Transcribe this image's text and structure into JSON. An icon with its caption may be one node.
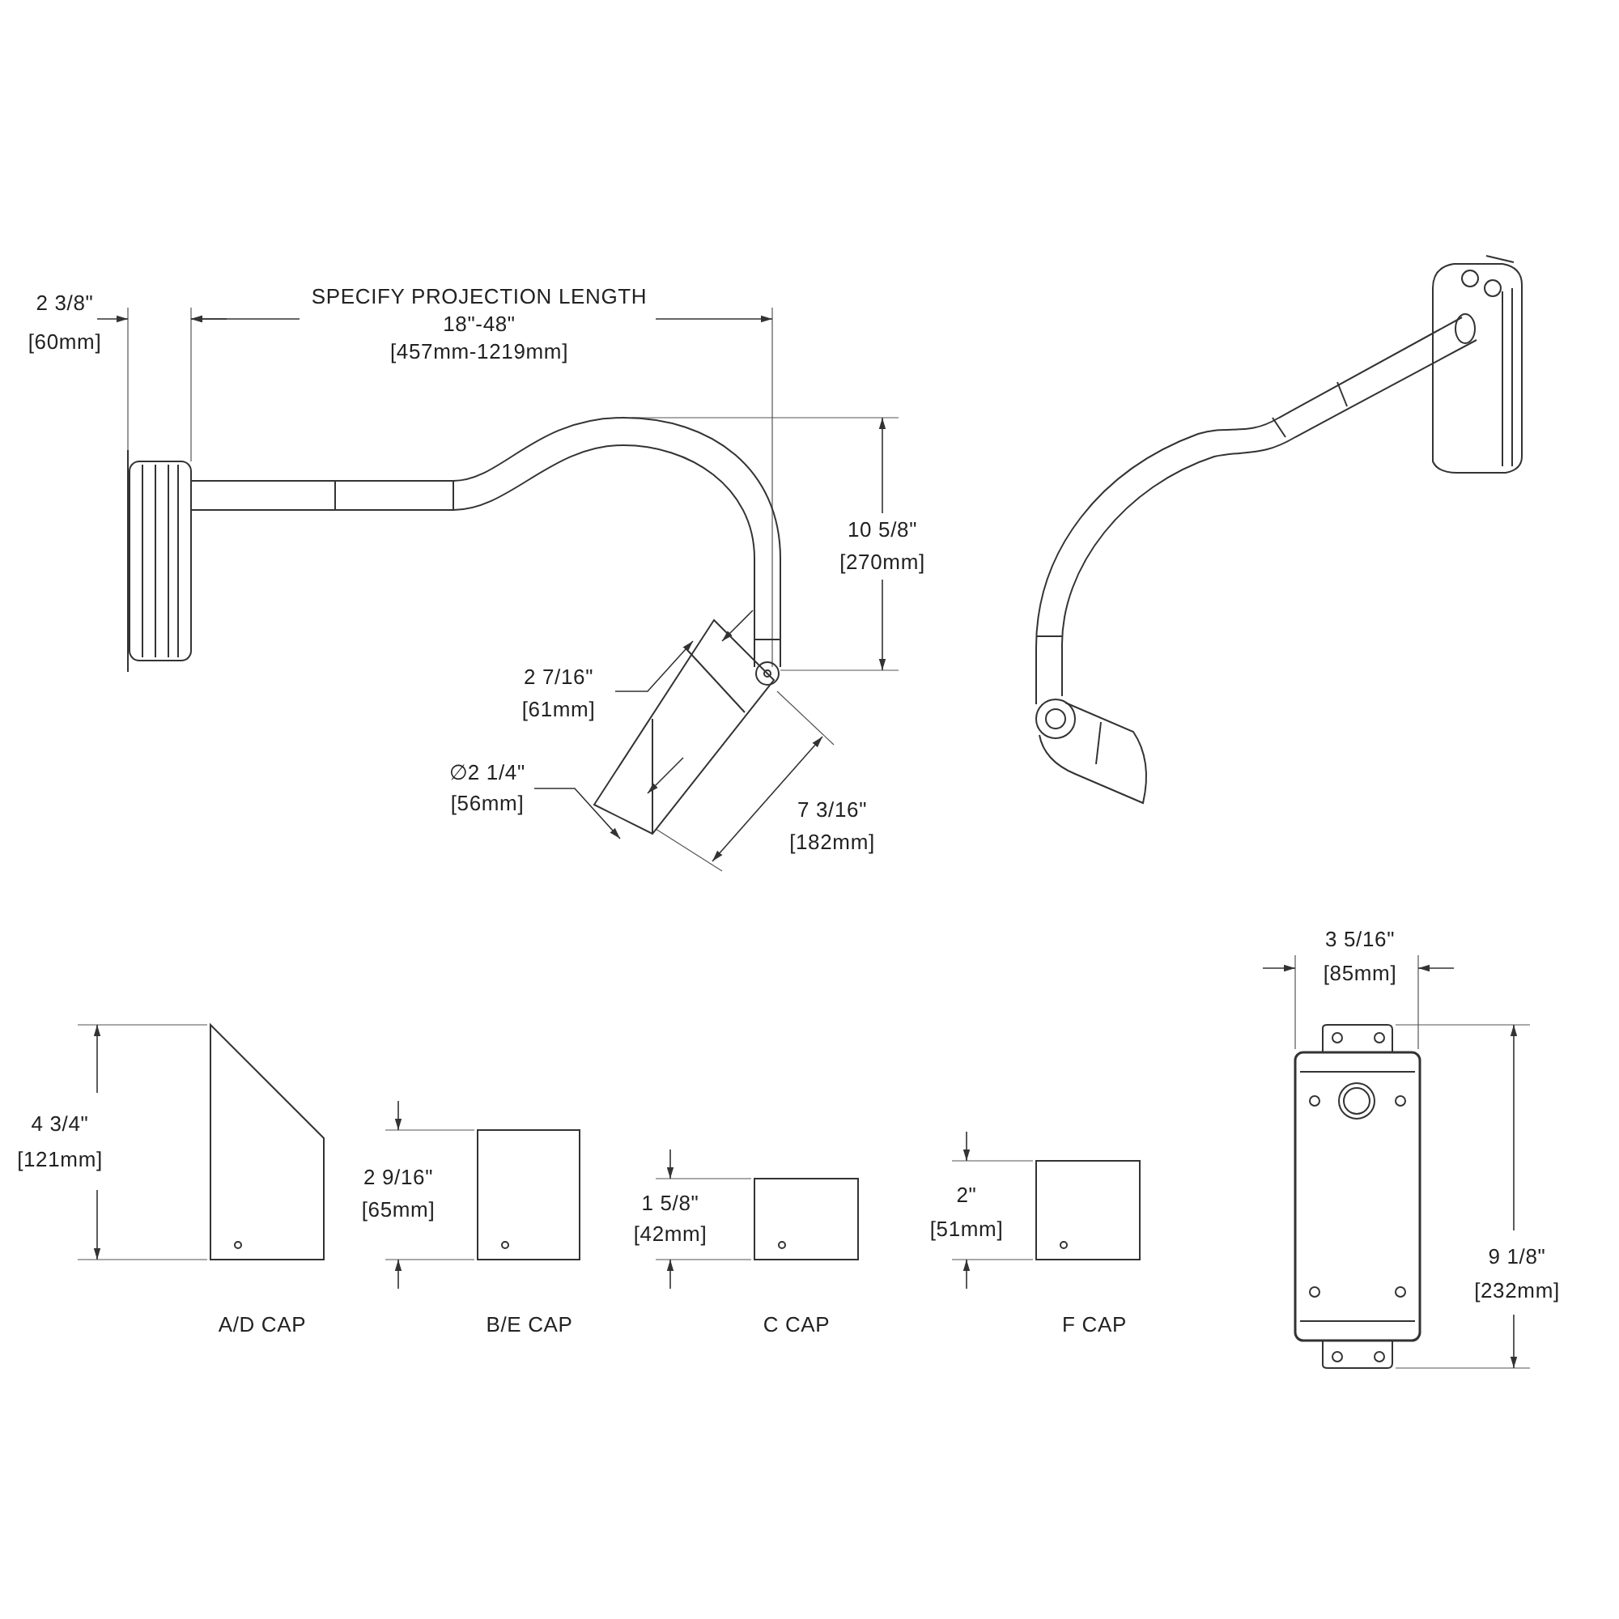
{
  "diagram": {
    "labels": [
      "2 3/8\"",
      "[60mm]",
      "SPECIFY PROJECTION LENGTH",
      "18\"-48\"",
      "[457mm-1219mm]",
      "10 5/8\"",
      "[270mm]",
      "2 7/16\"",
      "[61mm]",
      "∅2 1/4\"",
      "[56mm]",
      "7 3/16\"",
      "[182mm]",
      "3 5/16\"",
      "[85mm]",
      "4 3/4\"",
      "[121mm]",
      "2 9/16\"",
      "[65mm]",
      "1 5/8\"",
      "[42mm]",
      "2\"",
      "[51mm]",
      "9 1/8\"",
      "[232mm]",
      "A/D CAP",
      "B/E CAP",
      "C CAP",
      "F CAP"
    ]
  }
}
